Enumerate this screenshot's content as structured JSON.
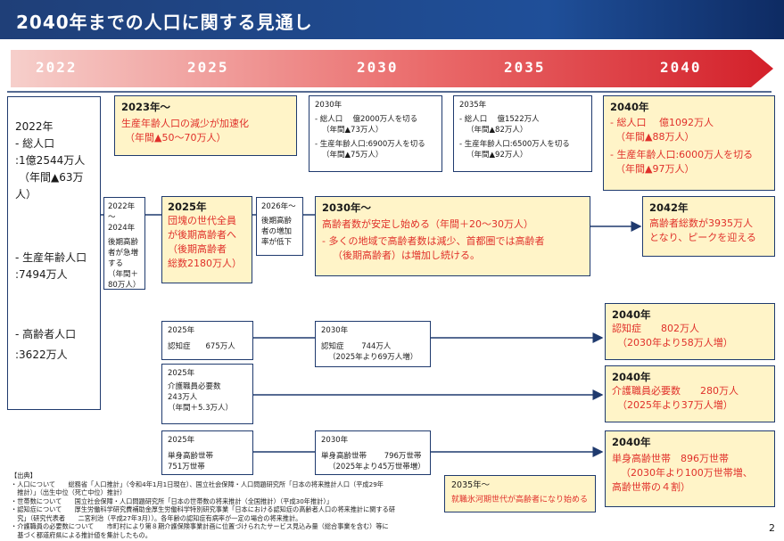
{
  "title": "2040年までの人口に関する見通し",
  "timeline": [
    "2022",
    "2025",
    "2030",
    "2035",
    "2040"
  ],
  "left_2022": {
    "year": "2022年",
    "l1": "- 総人口",
    "l2": ":1億2544万人",
    "l3": "（年間▲63万",
    "l4": "人）",
    "l5": "- 生産年齢人口",
    "l6": ":7494万人",
    "l7": "- 高齢者人口",
    "l8": ":3622万人"
  },
  "r1_2023": {
    "head": "2023年～",
    "l1": "生産年齢人口の減少が加速化",
    "l2": "（年間▲50～70万人）"
  },
  "r1_2030": {
    "head": "2030年",
    "l1": "- 総人口　 億2000万人を切る",
    "l2": "（年間▲73万人）",
    "l3": "- 生産年齢人口:6900万人を切る",
    "l4": "（年間▲75万人）"
  },
  "r1_2035": {
    "head": "2035年",
    "l1": "- 総人口　 億1522万人",
    "l2": "（年間▲82万人）",
    "l3": "- 生産年齢人口:6500万人を切る",
    "l4": "（年間▲92万人）"
  },
  "r1_2040": {
    "head": "2040年",
    "l1": "- 総人口　 億1092万人",
    "l2": "（年間▲88万人）",
    "l3": "- 生産年齢人口:6000万人を切る",
    "l4": "（年間▲97万人）"
  },
  "r2_2022_24": {
    "head1": "2022年～",
    "head2": "2024年",
    "l1": "後期高齢",
    "l2": "者が急増",
    "l3": "する",
    "l4": "（年間＋",
    "l5": "80万人）"
  },
  "r2_2025": {
    "head": "2025年",
    "l1": "団塊の世代全員",
    "l2": "が後期高齢者へ",
    "l3": "（後期高齢者",
    "l4": "総数2180万人）"
  },
  "r2_2026": {
    "head": "2026年～",
    "l1": "後期高齢",
    "l2": "者の増加",
    "l3": "率が低下"
  },
  "r2_2030": {
    "head": "2030年～",
    "l1": "高齢者数が安定し始める（年間＋20～30万人）",
    "l2": "- 多くの地域で高齢者数は減少、首都圏では高齢者",
    "l3": "（後期高齢者）は増加し続ける。"
  },
  "r2_2042": {
    "head": "2042年",
    "l1": "高齢者総数が3935万人",
    "l2": "となり、ピークを迎える"
  },
  "r3_2025": {
    "head": "2025年",
    "l1": "認知症　　675万人"
  },
  "r3_2030": {
    "head": "2030年",
    "l1": "認知症　　 744万人",
    "l2": "（2025年より69万人増）"
  },
  "r3_2040": {
    "head": "2040年",
    "l1": "認知症　　802万人",
    "l2": "（2030年より58万人増）"
  },
  "r4_2025": {
    "head": "2025年",
    "l1": "介護職員必要数",
    "l2": "243万人",
    "l3": "（年間＋5.3万人）"
  },
  "r4_2040": {
    "head": "2040年",
    "l1": "介護職員必要数　　280万人",
    "l2": "（2025年より37万人増）"
  },
  "r5_2025": {
    "head": "2025年",
    "l1": "単身高齢世帯",
    "l2": "751万世帯"
  },
  "r5_2030": {
    "head": "2030年",
    "l1": "単身高齢世帯　　 796万世帯",
    "l2": "（2025年より45万世帯増）"
  },
  "r5_2035": {
    "head": "2035年～",
    "l1": "就職氷河期世代が高齢者になり始める"
  },
  "r5_2040": {
    "head": "2040年",
    "l1": "単身高齢世帯　896万世帯",
    "l2": "（2030年より100万世帯増、",
    "l3": "高齢世帯の４割）"
  },
  "footnote": [
    "【出典】",
    "・人口について　　総務省「人口推計」（令和4年1月1日現在）、国立社会保障・人口問題研究所「日本の将来推計人口（平成29年",
    "　推計）」（出生中位（死亡中位）推計）",
    "・世帯数について　　国立社会保障・人口問題研究所「日本の世帯数の将来推計（全国推計）（平成30年推計）」",
    "・認知症について　　厚生労働科学研究費補助金厚生労働科学特別研究事業「日本における認知症の高齢者人口の将来推計に関する研",
    "　究」（研究代表者　　二宮利治（平成27年3月））。各年齢の認知症有病率が一定の場合の将来推計。",
    "・介護職員の必要数について　　市町村により第８期介護保険事業計画に位置づけられたサービス見込み量（総合事業を含む）等に",
    "　基づく都道府県による推計値を集計したもの。"
  ],
  "page_number": "2",
  "colors": {
    "navy": "#1f3a6e",
    "red": "#e0302a",
    "yellow": "#fff4c8",
    "band_start": "#f4c7c3",
    "band_end": "#d9232d"
  }
}
